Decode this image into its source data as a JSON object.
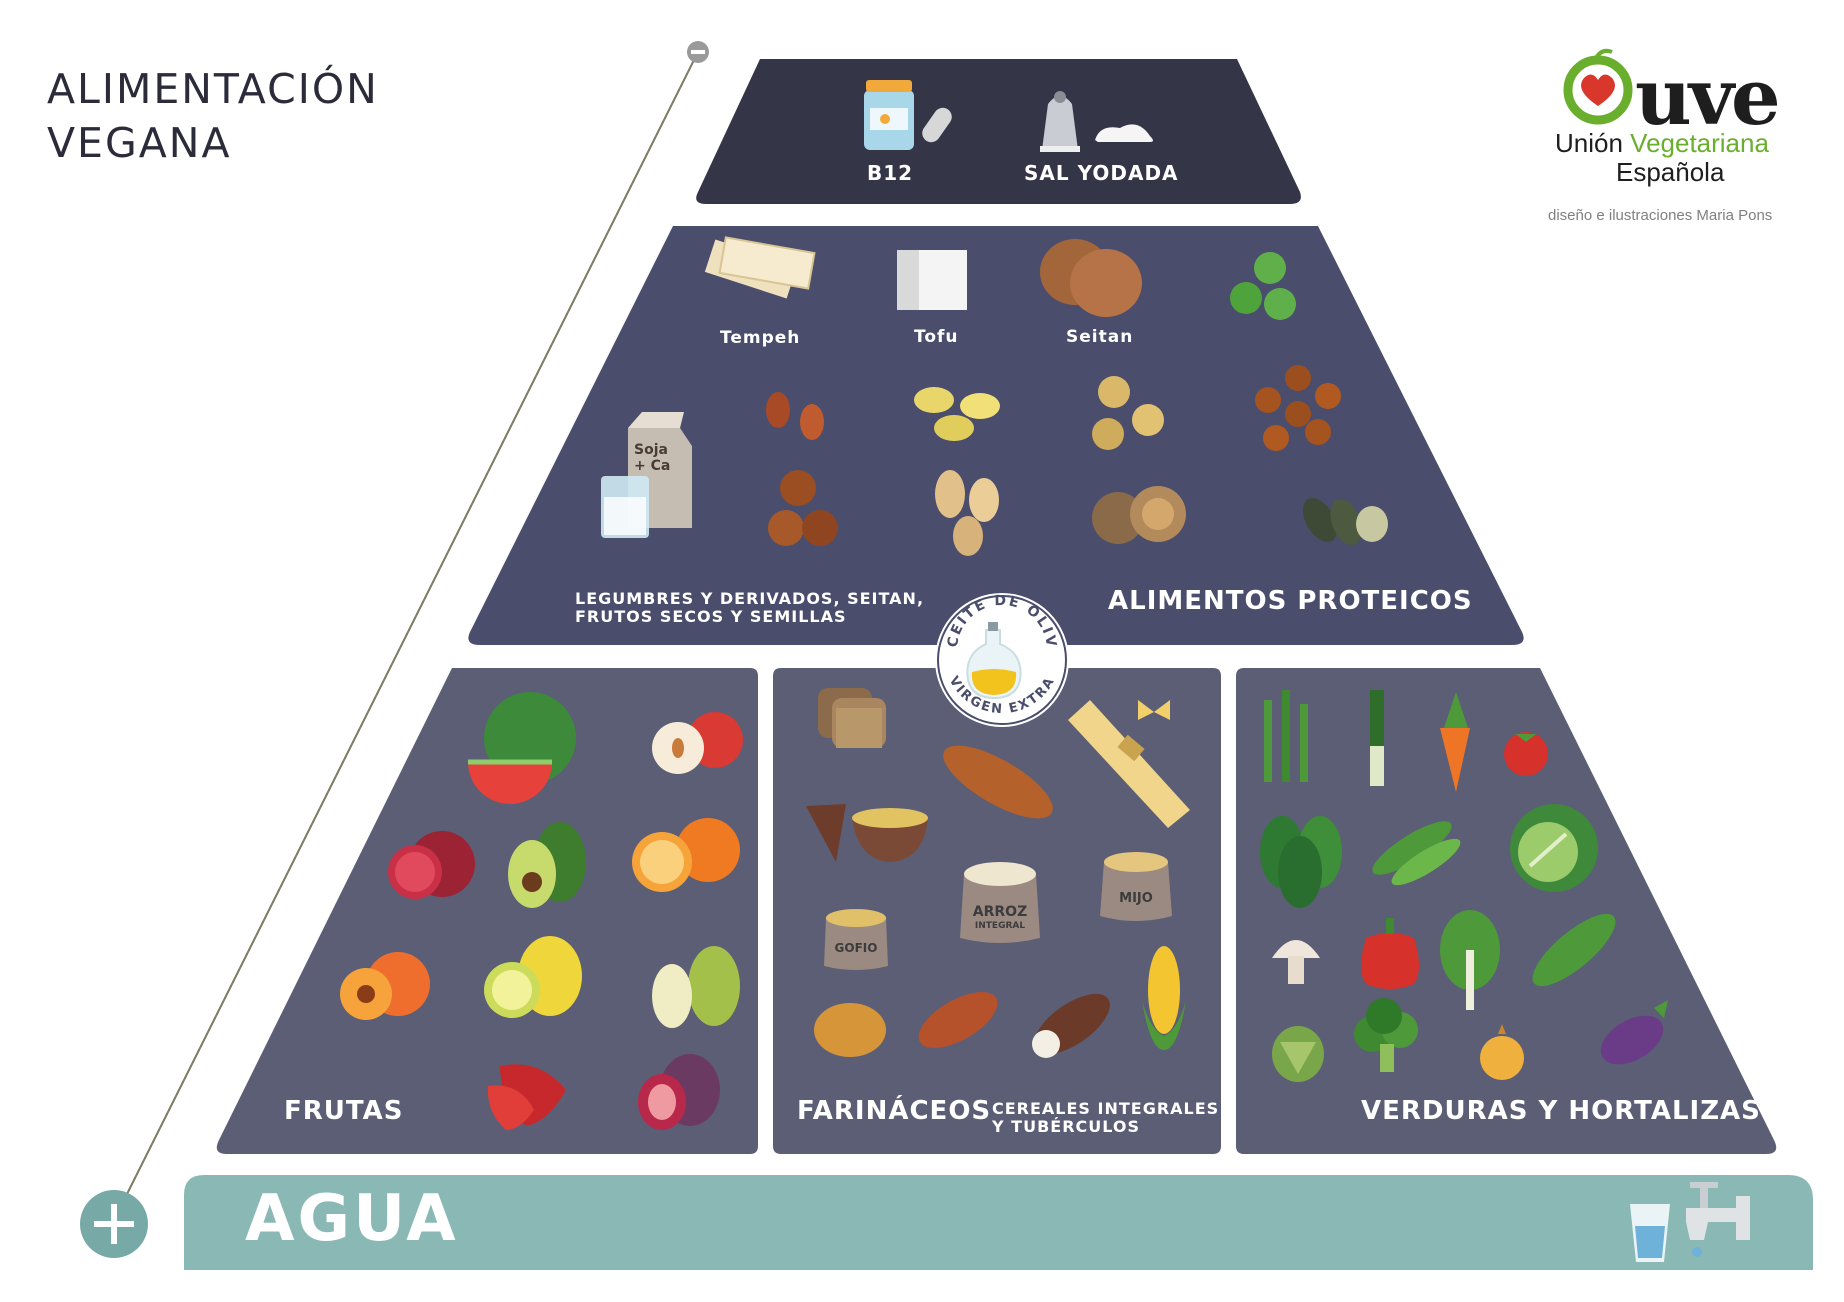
{
  "title": {
    "line1": "ALIMENTACIÓN",
    "line2": "VEGANA"
  },
  "brand": {
    "wordmark": "uve",
    "name_part1": "Unión ",
    "name_part2": "Vegetariana",
    "name_part3": "Española",
    "credit": "diseño e ilustraciones Maria Pons"
  },
  "scale": {
    "top_icon": "minus-icon",
    "bottom_icon": "plus-icon"
  },
  "pyramid": {
    "top": {
      "b12": "B12",
      "salt": "SAL YODADA"
    },
    "protein": {
      "tempeh": "Tempeh",
      "tofu": "Tofu",
      "seitan": "Seitan",
      "milk_line1": "Soja",
      "milk_line2": "+ Ca",
      "sub_line1": "LEGUMBRES Y DERIVADOS, SEITAN,",
      "sub_line2": "FRUTOS SECOS Y SEMILLAS",
      "label": "ALIMENTOS PROTEICOS"
    },
    "olive_oil": {
      "arc_top": "ACEITE DE OLIVA",
      "arc_bottom": "VIRGEN EXTRA"
    },
    "fruits": {
      "label": "FRUTAS"
    },
    "starches": {
      "label": "FARINÁCEOS",
      "sub_line1": "CEREALES INTEGRALES",
      "sub_line2": "Y TUBÉRCULOS",
      "sack_arroz_1": "ARROZ",
      "sack_arroz_2": "INTEGRAL",
      "sack_mijo": "MIJO",
      "sack_gofio": "GOFIO"
    },
    "vegetables": {
      "label": "VERDURAS Y HORTALIZAS"
    },
    "water": {
      "label": "AGUA"
    }
  },
  "colors": {
    "top_tier": "#353548",
    "protein_tier": "#4a4d6b",
    "base_tiers": "#5b5e74",
    "water_band": "#8ab8b5",
    "scale_circle": "#77aaa6",
    "brand_green": "#6aae2e",
    "brand_red": "#d9372b"
  }
}
